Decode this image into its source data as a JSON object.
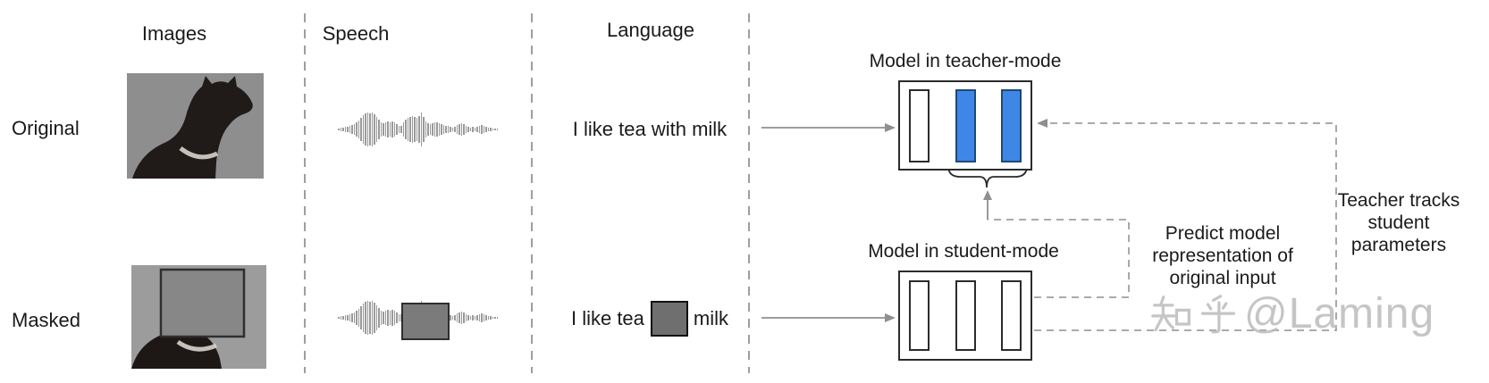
{
  "headers": {
    "images": "Images",
    "speech": "Speech",
    "language": "Language"
  },
  "row_labels": {
    "original": "Original",
    "masked": "Masked"
  },
  "language": {
    "original_sentence": "I like tea with milk",
    "masked_prefix": "I like tea",
    "masked_suffix": "milk"
  },
  "teacher": {
    "title": "Model in teacher-mode",
    "bars": [
      "outline",
      "filled",
      "filled"
    ]
  },
  "student": {
    "title": "Model in student-mode",
    "bars": [
      "outline",
      "outline",
      "outline"
    ]
  },
  "annotations": {
    "predict_lines": [
      "Predict model",
      "representation of",
      "original input"
    ],
    "teacher_tracks_lines": [
      "Teacher tracks",
      "student",
      "parameters"
    ]
  },
  "watermark": {
    "text": "知乎 @Laming",
    "handle": "@Laming"
  },
  "waveform": {
    "heights": [
      1,
      2,
      2,
      3,
      3,
      4,
      5,
      6,
      8,
      10,
      13,
      16,
      18,
      19,
      18,
      19,
      17,
      14,
      11,
      8,
      7,
      8,
      9,
      8,
      9,
      8,
      6,
      4,
      4,
      8,
      11,
      13,
      14,
      15,
      14,
      13,
      15,
      19,
      14,
      9,
      7,
      6,
      7,
      8,
      8,
      7,
      6,
      5,
      4,
      4,
      3,
      2,
      3,
      5,
      6,
      7,
      6,
      4,
      3,
      2,
      3,
      2,
      3,
      4,
      5,
      4,
      3,
      2,
      2,
      1,
      1,
      1
    ]
  },
  "colors": {
    "accent_blue": "#3E87E6",
    "blue_border": "#1E4976",
    "box_border": "#2b2b2b",
    "arrow_gray": "#8f8f8f",
    "dash_gray": "#9e9e9e",
    "text": "#1a1a1a",
    "waveform": "#9a9a9a",
    "image_bg": "#8e8e8e",
    "image_bg_masked": "#9c9c9c",
    "mask_fill": "#878787",
    "mask_border": "#2f2f2f",
    "speech_mask_fill": "#7b7b7b",
    "lang_mask_fill": "#6f6f6f",
    "watermark": "#bcbcbc"
  }
}
